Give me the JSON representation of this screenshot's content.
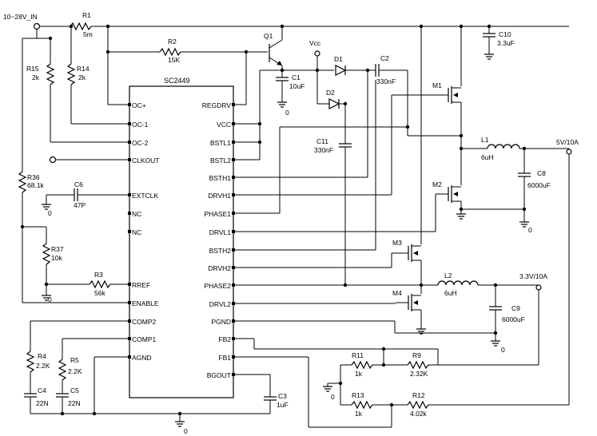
{
  "ic": {
    "name": "SC2449",
    "left_pins": [
      "OC+",
      "OC-1",
      "OC-2",
      "CLKOUT",
      "EXTCLK",
      "NC",
      "NC",
      "RREF",
      "ENABLE",
      "COMP2",
      "COMP1",
      "AGND"
    ],
    "right_pins": [
      "REGDRV",
      "VCC",
      "BSTL1",
      "BSTL2",
      "BSTH1",
      "DRVH1",
      "PHASE1",
      "DRVL1",
      "BSTH2",
      "DRVH2",
      "PHASE2",
      "DRVL2",
      "PGND",
      "FB2",
      "FB1",
      "BGOUT"
    ]
  },
  "nets": {
    "vin": "10~28V_IN",
    "vcc": "Vcc",
    "out1": "5V/10A",
    "out2": "3.3V/10A",
    "gnd": "0"
  },
  "components": {
    "r1": {
      "ref": "R1",
      "value": "5m"
    },
    "r2": {
      "ref": "R2",
      "value": "15K"
    },
    "r14": {
      "ref": "R14",
      "value": "2k"
    },
    "r15": {
      "ref": "R15",
      "value": "2k"
    },
    "r36": {
      "ref": "R36",
      "value": "68.1k"
    },
    "r37": {
      "ref": "R37",
      "value": "10k"
    },
    "r3": {
      "ref": "R3",
      "value": "56k"
    },
    "r4": {
      "ref": "R4",
      "value": "2.2K"
    },
    "r5": {
      "ref": "R5",
      "value": "2.2K"
    },
    "r9": {
      "ref": "R9",
      "value": "2.32K"
    },
    "r11": {
      "ref": "R11",
      "value": "1k"
    },
    "r12": {
      "ref": "R12",
      "value": "4.02k"
    },
    "r13": {
      "ref": "R13",
      "value": "1k"
    },
    "c1": {
      "ref": "C1",
      "value": "10uF"
    },
    "c2": {
      "ref": "C2",
      "value": "330nF"
    },
    "c3": {
      "ref": "C3",
      "value": "1uF"
    },
    "c4": {
      "ref": "C4",
      "value": "22N"
    },
    "c5": {
      "ref": "C5",
      "value": "22N"
    },
    "c6": {
      "ref": "C6",
      "value": "47P"
    },
    "c8": {
      "ref": "C8",
      "value": "6000uF"
    },
    "c9": {
      "ref": "C9",
      "value": "6000uF"
    },
    "c10": {
      "ref": "C10",
      "value": "3.3uF"
    },
    "c11": {
      "ref": "C11",
      "value": "330nF"
    },
    "l1": {
      "ref": "L1",
      "value": "6uH"
    },
    "l2": {
      "ref": "L2",
      "value": "6uH"
    },
    "q1": {
      "ref": "Q1"
    },
    "d1": {
      "ref": "D1"
    },
    "d2": {
      "ref": "D2"
    },
    "m1": {
      "ref": "M1"
    },
    "m2": {
      "ref": "M2"
    },
    "m3": {
      "ref": "M3"
    },
    "m4": {
      "ref": "M4"
    }
  }
}
